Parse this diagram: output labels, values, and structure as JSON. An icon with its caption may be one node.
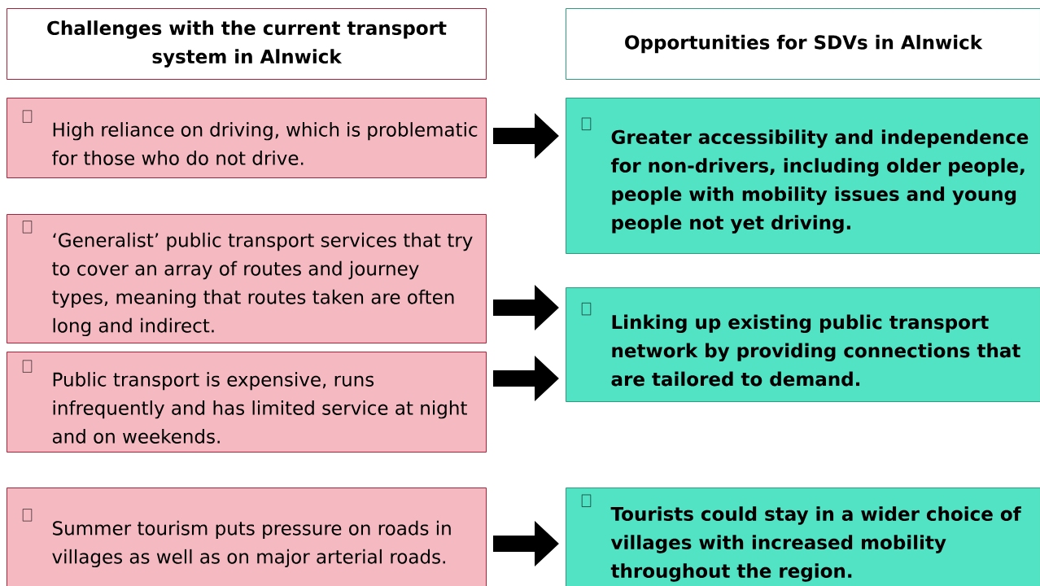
{
  "diagram": {
    "nodes": [
      {
        "text": [
          "Challenges with the current transport system in Alnwick"
        ]
      },
      {
        "text": [
          "Opportunities for SDVs in Alnwick"
        ]
      },
      {
        "text": [
          "High reliance on driving, which is problematic for those who do not drive."
        ]
      },
      {
        "text": [
          "Greater accessibility and independence for non-drivers, including older people, people with mobility issues and young people not yet driving."
        ]
      },
      {
        "text": [
          "‘Generalist’ public transport services that try to cover an array of routes and journey types, meaning that routes taken are often long and indirect."
        ]
      },
      {
        "text": [
          "Public transport is expensive, runs infrequently and has limited service at night and on weekends."
        ]
      },
      {
        "text": [
          "Linking up existing public transport network by providing connections that are tailored to demand."
        ]
      },
      {
        "text": [
          "Summer tourism puts pressure on roads in villages as well as on major arterial roads."
        ]
      },
      {
        "text": [
          "Tourists could stay in a wider choice of villages with increased mobility throughout the region."
        ]
      }
    ],
    "edges": [
      {
        "from": 2,
        "to": 3,
        "arrow": "to"
      },
      {
        "from": 4,
        "to": 6,
        "arrow": "to"
      },
      {
        "from": 5,
        "to": 6,
        "arrow": "to"
      },
      {
        "from": 7,
        "to": 8,
        "arrow": "to"
      }
    ]
  }
}
